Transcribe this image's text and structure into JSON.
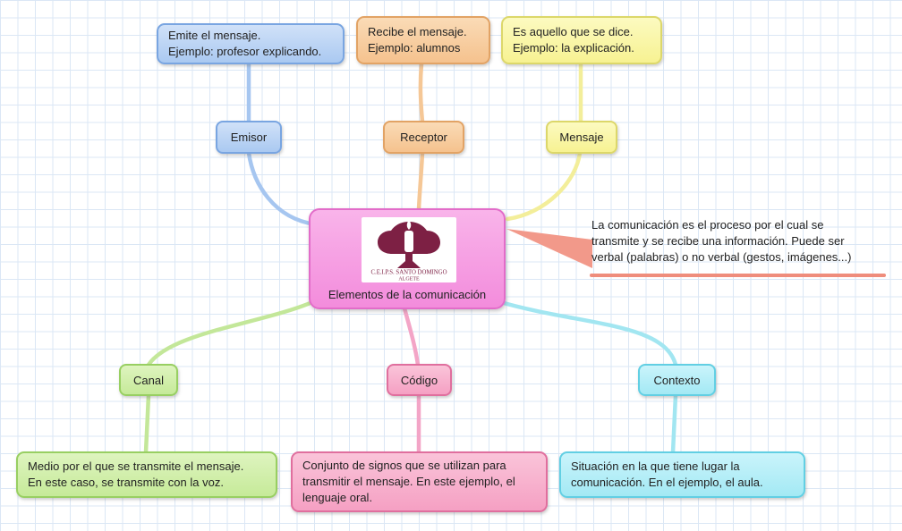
{
  "center_node": {
    "label": "Elementos de la comunicación",
    "fill_color": "#f493dd",
    "border_color": "#e26cc9",
    "logo": {
      "caption_line1": "C.E.I.P.S. SANTO DOMINGO",
      "caption_line2": "ALGETE",
      "logo_color": "#7d2044"
    }
  },
  "branches": {
    "emisor": {
      "label": "Emisor",
      "note": "Emite el mensaje.\nEjemplo: profesor explicando.",
      "color": "#aac9f1",
      "border_color": "#79a5e1",
      "line_color": "#a6c6f0"
    },
    "receptor": {
      "label": "Receptor",
      "note": "Recibe el mensaje.\nEjemplo: alumnos",
      "color": "#f5c28e",
      "border_color": "#e2a365",
      "line_color": "#f5c796"
    },
    "mensaje": {
      "label": "Mensaje",
      "note": "Es aquello que se dice.\nEjemplo: la explicación.",
      "color": "#f7f292",
      "border_color": "#dcd76a",
      "line_color": "#f3ee9a"
    },
    "canal": {
      "label": "Canal",
      "note": "Medio por el que se transmite el mensaje.\nEn este caso, se transmite con la voz.",
      "color": "#c6ea99",
      "border_color": "#98cf62",
      "line_color": "#c3e799"
    },
    "codigo": {
      "label": "Código",
      "note": "Conjunto de signos que se utilizan para\ntransmitir el mensaje. En este ejemplo, el\nlenguaje oral.",
      "color": "#f5a0c3",
      "border_color": "#e06f9e",
      "line_color": "#f3a5c7"
    },
    "contexto": {
      "label": "Contexto",
      "note": "Situación en la que tiene lugar la\ncomunicación. En el ejemplo, el aula.",
      "color": "#a3e9f4",
      "border_color": "#62cfe3",
      "line_color": "#a2e6f1"
    }
  },
  "annotation": {
    "text": "La comunicación es el proceso por el cual se\ntransmite y se recibe una información. Puede ser\nverbal (palabras) o no verbal (gestos, imágenes...)",
    "accent_color": "#ef8d7c"
  }
}
